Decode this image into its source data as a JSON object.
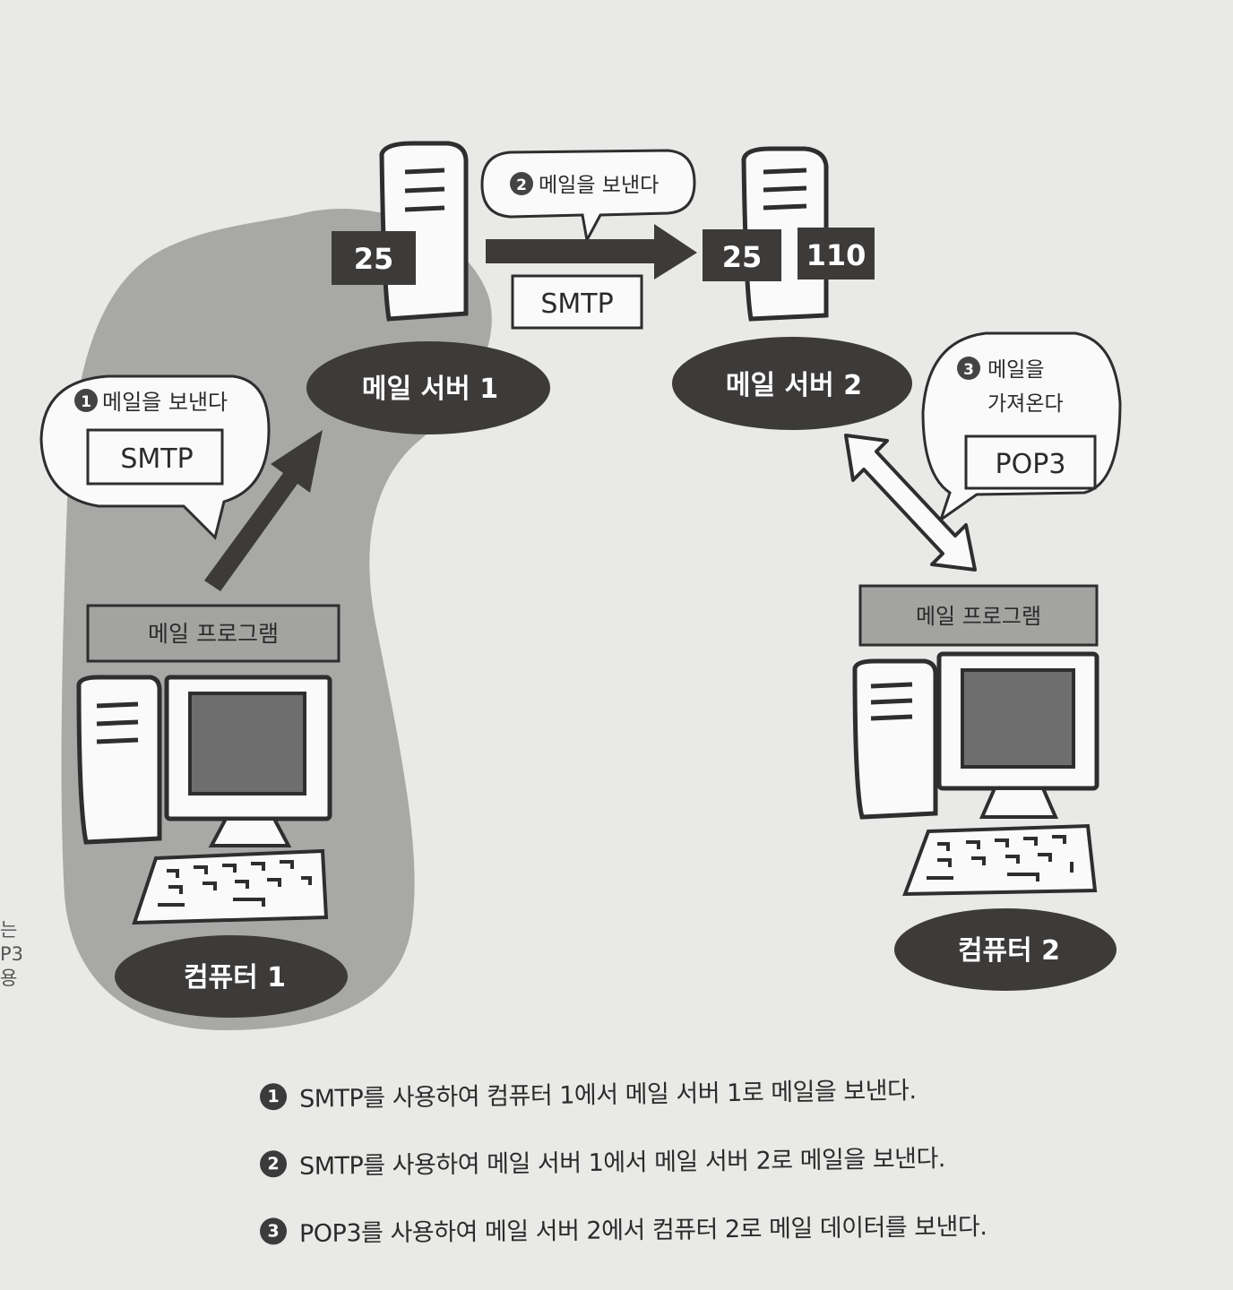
{
  "diagram": {
    "port_25_server1": "25",
    "port_25_server2": "25",
    "port_110_server2": "110",
    "server1_label": "메일 서버 1",
    "server2_label": "메일 서버 2",
    "computer1_label": "컴퓨터 1",
    "computer2_label": "컴퓨터 2",
    "mail_program_1": "메일 프로그램",
    "mail_program_2": "메일 프로그램",
    "bubble1": {
      "num": "1",
      "text": "메일을 보낸다",
      "protocol": "SMTP"
    },
    "bubble2": {
      "num": "2",
      "text": "메일을 보낸다",
      "protocol": "SMTP"
    },
    "bubble3": {
      "num": "3",
      "text_line1": "메일을",
      "text_line2": "가져온다",
      "protocol": "POP3"
    }
  },
  "steps": [
    {
      "num": "1",
      "text": "SMTP를 사용하여 컴퓨터 1에서 메일 서버 1로 메일을 보낸다."
    },
    {
      "num": "2",
      "text": "SMTP를 사용하여 메일 서버 1에서 메일 서버 2로 메일을 보낸다."
    },
    {
      "num": "3",
      "text": "POP3를 사용하여 메일 서버 2에서 컴퓨터 2로 메일 데이터를 보낸다."
    }
  ],
  "side_note": [
    "는",
    "P3",
    "용"
  ],
  "colors": {
    "dark": "#3d3a3a",
    "shade": "#a8a8a6",
    "paper": "#e9e9e7",
    "screen": "#6e6e6e"
  }
}
